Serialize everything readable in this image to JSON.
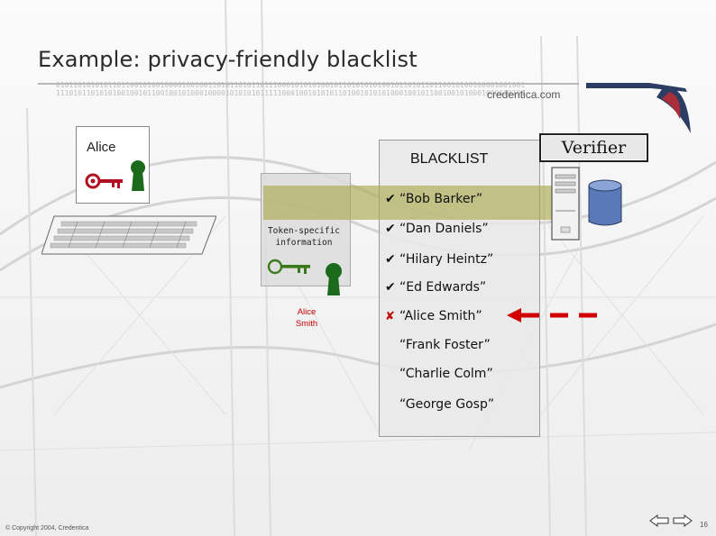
{
  "slide": {
    "title": "Example: privacy-friendly blacklist",
    "brand": "credentica.com",
    "binary_strip": "0101101010101101100101001000010010011010110101101110001010101001011010101010010110101101100101001000010010011010110101101110001010101001\n1110101101010100100101100100101000100001010101011111000100101010110100101010100010010110010010100010000101010101111100010010101011010010101",
    "footer": "© Copyright 2004, Credentica",
    "page_number": "16"
  },
  "alice": {
    "label": "Alice"
  },
  "token": {
    "label": "Token-specific information",
    "owner": "Alice Smith"
  },
  "verifier": {
    "label": "Verifier"
  },
  "blacklist": {
    "title": "BLACKLIST",
    "entries": [
      {
        "name": "“Bob Barker”",
        "mark": "✔",
        "status": "checked"
      },
      {
        "name": "“Dan Daniels”",
        "mark": "✔",
        "status": "checked"
      },
      {
        "name": "“Hilary Heintz”",
        "mark": "✔",
        "status": "checked"
      },
      {
        "name": "“Ed Edwards”",
        "mark": "✔",
        "status": "checked"
      },
      {
        "name": "“Alice Smith”",
        "mark": "✘",
        "status": "match"
      },
      {
        "name": "“Frank Foster”",
        "mark": "",
        "status": "unchecked"
      },
      {
        "name": "“Charlie Colm”",
        "mark": "",
        "status": "unchecked"
      },
      {
        "name": "“George Gosp”",
        "mark": "",
        "status": "unchecked"
      }
    ]
  },
  "colors": {
    "key_red": "#b01020",
    "lock_green": "#1c6b1c",
    "match_red": "#c00000",
    "highlight": "#a8a84e"
  },
  "icons": [
    "bridge-background",
    "red-key-icon",
    "green-keyhole-icon",
    "keyboard-icon",
    "server-tower-icon",
    "database-icon",
    "credentica-logo-icon",
    "prev-slide-icon",
    "next-slide-icon"
  ]
}
